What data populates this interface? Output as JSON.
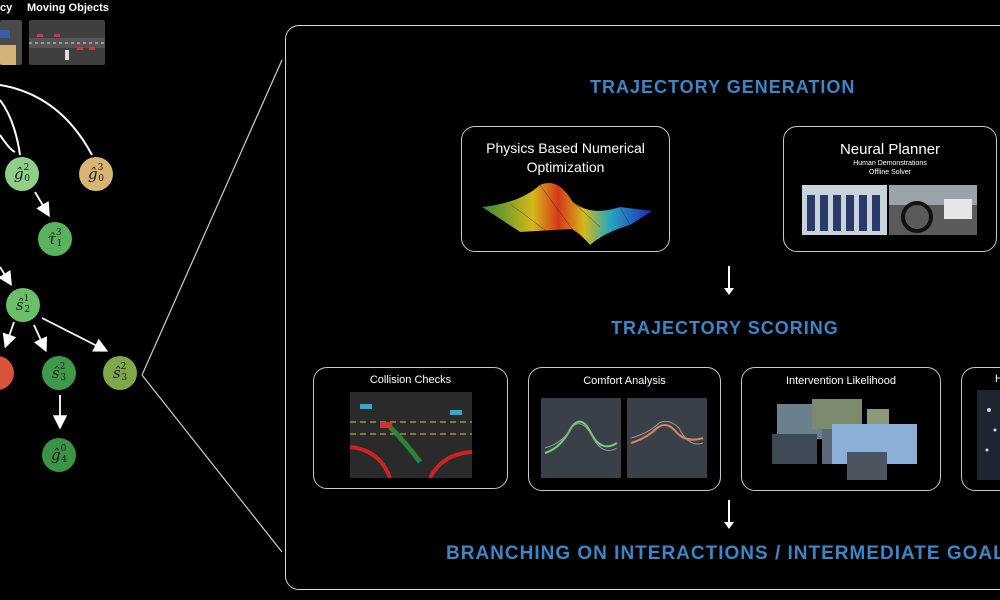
{
  "header": {
    "left_label_partial": "cy",
    "moving_objects_label": "Moving Objects"
  },
  "tree": {
    "nodes": [
      {
        "id": "g0_2",
        "sym": "ĝ",
        "sup": "2",
        "sub": "0",
        "color": "#8fcf8a"
      },
      {
        "id": "g0_3",
        "sym": "ĝ",
        "sup": "3",
        "sub": "0",
        "color": "#d9b574"
      },
      {
        "id": "t1_3",
        "sym": "τ̂",
        "sup": "3",
        "sub": "1",
        "color": "#59b35c"
      },
      {
        "id": "s2_1",
        "sym": "ŝ",
        "sup": "1",
        "sub": "2",
        "color": "#6abf68"
      },
      {
        "id": "s3_2",
        "sym": "ŝ",
        "sup": "2",
        "sub": "3",
        "color": "#3e9a4a"
      },
      {
        "id": "s3_2b",
        "sym": "ŝ",
        "sup": "2",
        "sub": "3",
        "color": "#7fa84a"
      },
      {
        "id": "g4_0",
        "sym": "ĝ",
        "sup": "0",
        "sub": "4",
        "color": "#3a9446"
      }
    ],
    "partial_node_color": "#d9553a"
  },
  "panel": {
    "trajectory_generation": "TRAJECTORY GENERATION",
    "trajectory_scoring": "TRAJECTORY SCORING",
    "branching": "BRANCHING ON INTERACTIONS / INTERMEDIATE GOALS",
    "physics_box": {
      "title_line1": "Physics Based Numerical",
      "title_line2": "Optimization"
    },
    "neural_box": {
      "title": "Neural Planner",
      "sub1": "Human Demonstrations",
      "sub2": "Offline Solver"
    },
    "scoring_boxes": [
      {
        "title": "Collision Checks"
      },
      {
        "title": "Comfort Analysis"
      },
      {
        "title": "Intervention Likelihood"
      },
      {
        "title": "H"
      }
    ]
  },
  "colors": {
    "accent": "#3d86c6",
    "border": "#d8d8d8"
  }
}
